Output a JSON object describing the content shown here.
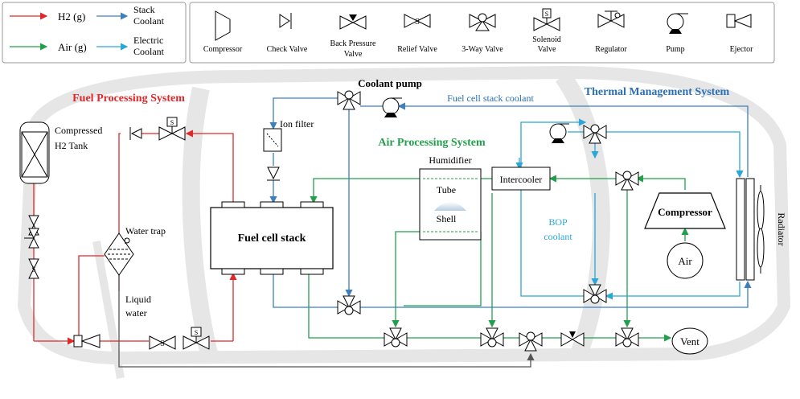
{
  "legend_lines": {
    "h2": "H2 (g)",
    "air": "Air (g)",
    "stack_coolant": [
      "Stack",
      "Coolant"
    ],
    "electric_coolant": [
      "Electric",
      "Coolant"
    ]
  },
  "legend_symbols": [
    {
      "icon": "compressor-icon",
      "label": [
        "Compressor"
      ]
    },
    {
      "icon": "check-valve-icon",
      "label": [
        "Check Valve"
      ]
    },
    {
      "icon": "back-pressure-valve-icon",
      "label": [
        "Back Pressure",
        "Valve"
      ]
    },
    {
      "icon": "relief-valve-icon",
      "label": [
        "Relief Valve"
      ]
    },
    {
      "icon": "three-way-valve-icon",
      "label": [
        "3-Way Valve"
      ]
    },
    {
      "icon": "solenoid-valve-icon",
      "label": [
        "Solenoid",
        "Valve"
      ]
    },
    {
      "icon": "regulator-icon",
      "label": [
        "Regulator"
      ]
    },
    {
      "icon": "pump-icon",
      "label": [
        "Pump"
      ]
    },
    {
      "icon": "ejector-icon",
      "label": [
        "Ejector"
      ]
    }
  ],
  "sections": {
    "fuel": "Fuel Processing System",
    "air": "Air Processing System",
    "thermal": "Thermal Management System"
  },
  "labels": {
    "coolant_pump": "Coolant pump",
    "stack_coolant_path": "Fuel cell stack coolant",
    "ion_filter": "Ion filter",
    "h2_tank": [
      "Compressed",
      "H2 Tank"
    ],
    "water_trap": "Water trap",
    "liquid_water": [
      "Liquid",
      "water"
    ],
    "fuel_cell_stack": "Fuel cell stack",
    "humidifier": "Humidifier",
    "tube": "Tube",
    "shell": "Shell",
    "intercooler": "Intercooler",
    "bop_coolant": [
      "BOP",
      "coolant"
    ],
    "compressor": "Compressor",
    "air": "Air",
    "radiator": "Radiator",
    "vent": "Vent",
    "valve_s": "S"
  },
  "colors": {
    "h2": "#e0282a",
    "air": "#21a04b",
    "stack_coolant": "#3c7fbd",
    "electric_coolant": "#2aa6d8",
    "section_fuel": "#e0282a",
    "section_air": "#21a04b",
    "section_thermal": "#2a6fb5"
  }
}
